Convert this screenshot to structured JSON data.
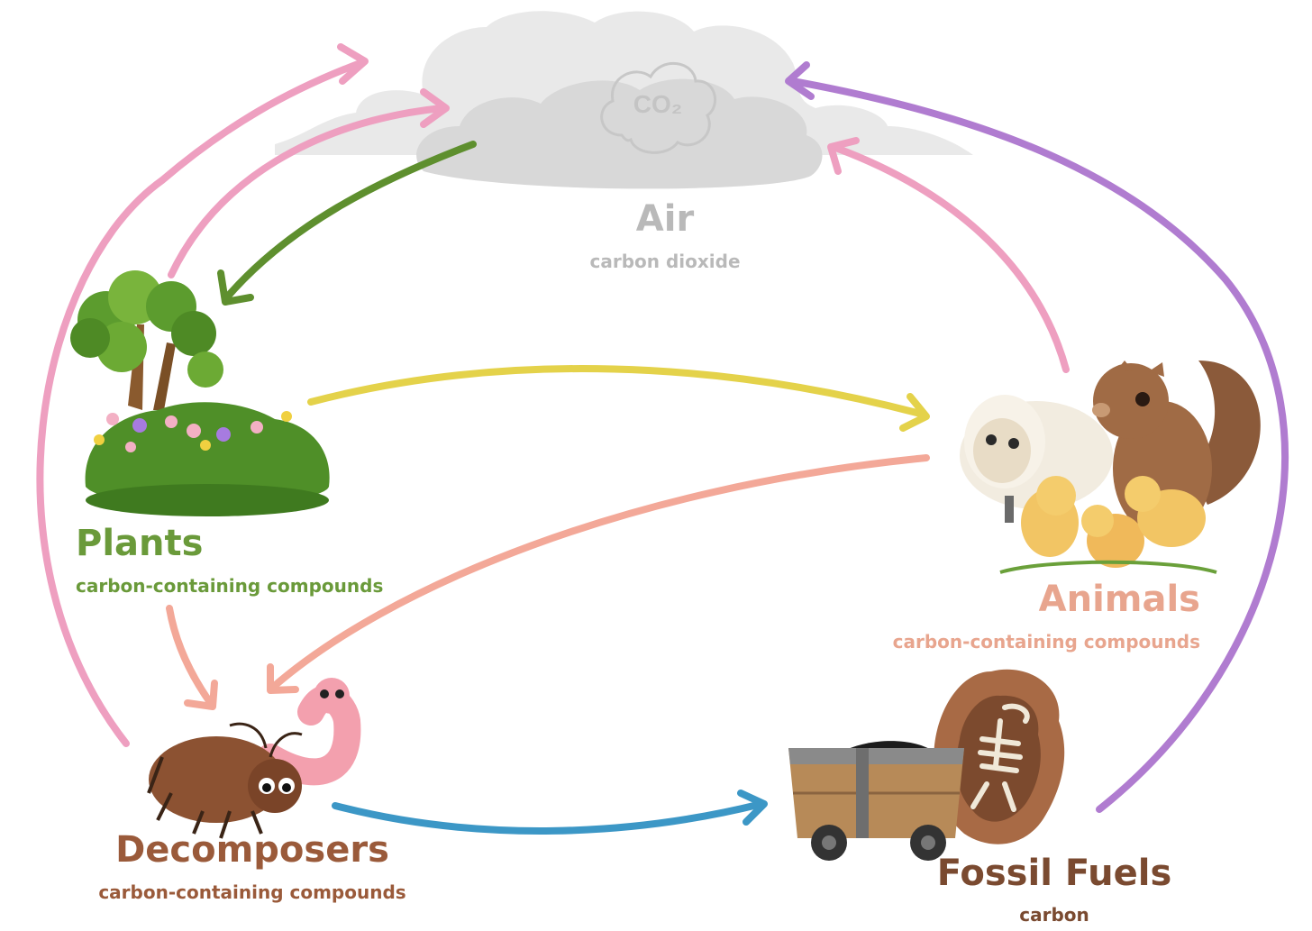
{
  "diagram": {
    "nodes": {
      "air": {
        "title": "Air",
        "subtitle": "carbon dioxide",
        "icon_text": "CO₂",
        "color": "#b9b9b9",
        "icon": "cloud-icon"
      },
      "plants": {
        "title": "Plants",
        "subtitle": "carbon-containing compounds",
        "color": "#6a9a3a",
        "icon": "tree-bush-icon"
      },
      "animals": {
        "title": "Animals",
        "subtitle": "carbon-containing compounds",
        "color": "#e8a58e",
        "icon": "animals-icon"
      },
      "decomposers": {
        "title": "Decomposers",
        "subtitle": "carbon-containing compounds",
        "color": "#9a5a3a",
        "icon": "beetle-worm-icon"
      },
      "fossil_fuels": {
        "title": "Fossil Fuels",
        "subtitle": "carbon",
        "color": "#7a4a30",
        "icon": "coal-cart-fossil-icon"
      }
    },
    "arrows": [
      {
        "from": "decomposers",
        "to": "air",
        "color": "#ee9fc0"
      },
      {
        "from": "plants",
        "to": "air",
        "color": "#ee9fc0"
      },
      {
        "from": "air",
        "to": "plants",
        "color": "#5e8f2e"
      },
      {
        "from": "animals",
        "to": "air",
        "color": "#ee9fc0"
      },
      {
        "from": "fossil_fuels",
        "to": "air",
        "color": "#b07cd0"
      },
      {
        "from": "plants",
        "to": "animals",
        "color": "#e4d24a"
      },
      {
        "from": "animals",
        "to": "decomposers",
        "color": "#f3a898"
      },
      {
        "from": "plants",
        "to": "decomposers",
        "color": "#f3a898"
      },
      {
        "from": "decomposers",
        "to": "fossil_fuels",
        "color": "#3c97c6"
      }
    ]
  }
}
